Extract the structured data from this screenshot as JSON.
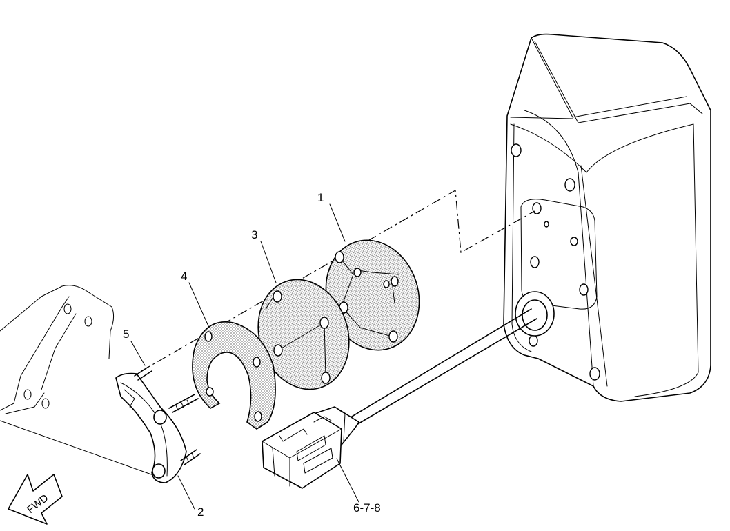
{
  "callouts": {
    "part_1": "1",
    "part_2": "2",
    "part_3": "3",
    "part_4": "4",
    "part_5": "5",
    "part_6_7_8": "6-7-8"
  },
  "direction_arrow": {
    "label": "FWD",
    "icon": "fwd-arrow-icon"
  },
  "colors": {
    "line": "#000000",
    "background": "#ffffff",
    "shading": "#9a9a9a"
  }
}
